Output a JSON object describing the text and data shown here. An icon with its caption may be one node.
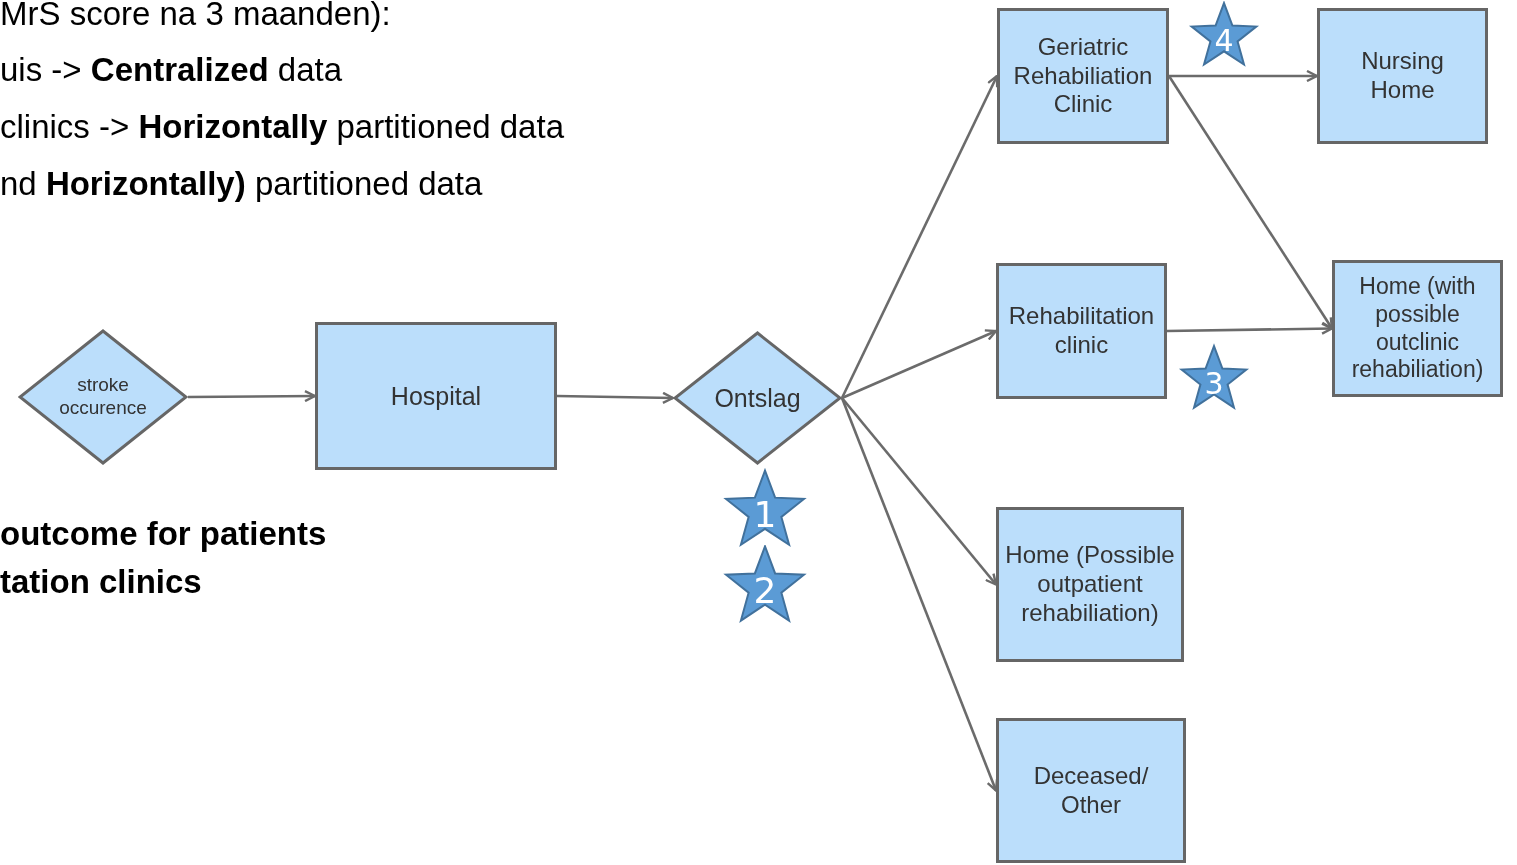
{
  "diagram": {
    "nodes": [
      {
        "text": [
          "stroke occurence"
        ]
      },
      {
        "text": [
          "Hospital"
        ]
      },
      {
        "text": [
          "Ontslag"
        ]
      },
      {
        "text": [
          "Geriatric Rehabiliation Clinic"
        ]
      },
      {
        "text": [
          "Nursing Home"
        ]
      },
      {
        "text": [
          "Rehabilitation clinic"
        ]
      },
      {
        "text": [
          "Home (with possible outclinic rehabiliation)"
        ]
      },
      {
        "text": [
          "Home (Possible outpatient rehabiliation)"
        ]
      },
      {
        "text": [
          "Deceased/ Other"
        ]
      },
      {
        "text": [
          "1"
        ]
      },
      {
        "text": [
          "2"
        ]
      },
      {
        "text": [
          "3"
        ]
      },
      {
        "text": [
          "4"
        ]
      }
    ],
    "edges": [
      {
        "from": 0,
        "to": 1,
        "arrow": "to"
      },
      {
        "from": 1,
        "to": 2,
        "arrow": "to"
      },
      {
        "from": 2,
        "to": 3,
        "arrow": "to"
      },
      {
        "from": 2,
        "to": 5,
        "arrow": "to"
      },
      {
        "from": 2,
        "to": 7,
        "arrow": "to"
      },
      {
        "from": 2,
        "to": 8,
        "arrow": "to"
      },
      {
        "from": 3,
        "to": 4,
        "arrow": "to"
      },
      {
        "from": 3,
        "to": 6,
        "arrow": "to"
      },
      {
        "from": 5,
        "to": 6,
        "arrow": "to"
      }
    ],
    "labels": [
      "MrS score na 3 maanden):",
      "uis -> **Centralized** data",
      "clinics -> **Horizontally** partitioned data",
      "nd **Horizontally)** partitioned data",
      "outcome for patients tation clinics"
    ]
  }
}
